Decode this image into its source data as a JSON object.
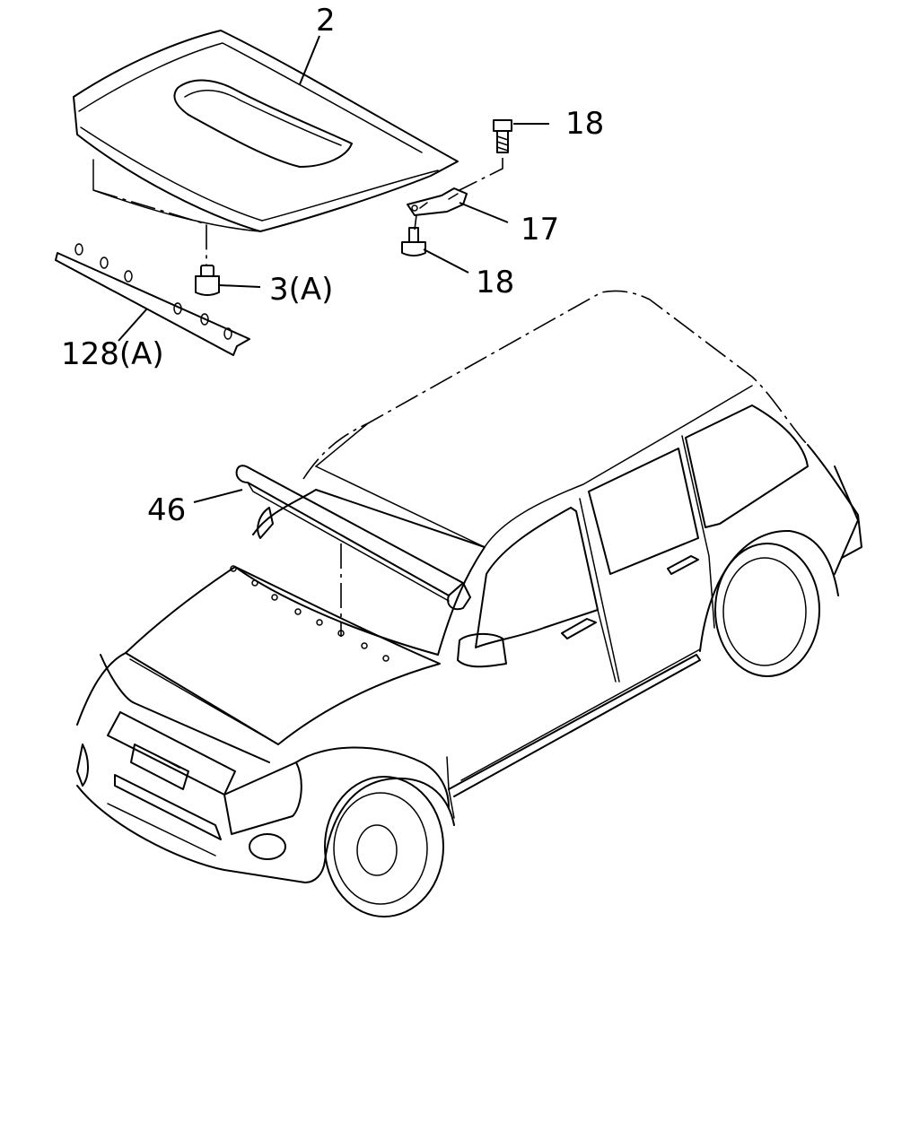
{
  "callouts": {
    "c2": "2",
    "c18_top": "18",
    "c17": "17",
    "c18_bottom": "18",
    "c3a": "3(A)",
    "c128a": "128(A)",
    "c46": "46"
  }
}
